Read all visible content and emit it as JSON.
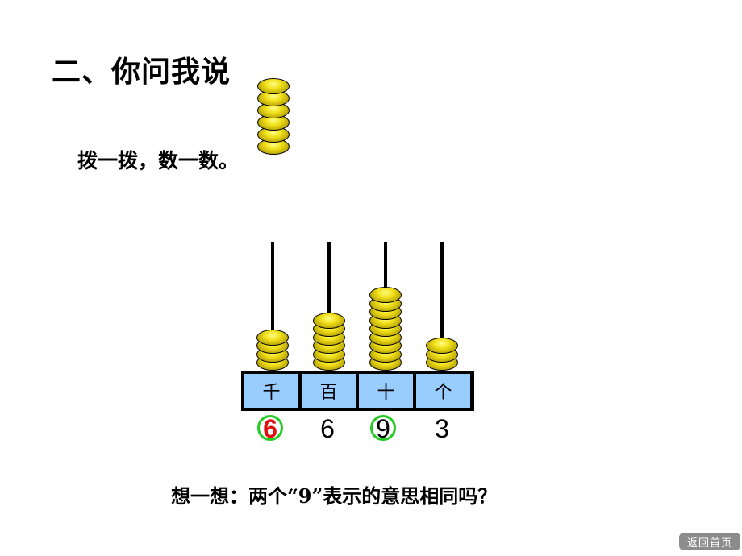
{
  "slide": {
    "title": "二、你问我说",
    "subtitle": "拨一拨，数一数。",
    "question": "想一想：两个“9”表示的意思相同吗？"
  },
  "abacus": {
    "columns": [
      {
        "label": "千",
        "beads": 4,
        "digit": "6",
        "digit_color": "#e01010",
        "circled": true
      },
      {
        "label": "百",
        "beads": 6,
        "digit": "6",
        "digit_color": "#000000",
        "circled": false
      },
      {
        "label": "十",
        "beads": 9,
        "digit": "9",
        "digit_color": "#000000",
        "circled": true
      },
      {
        "label": "个",
        "beads": 3,
        "digit": "3",
        "digit_color": "#000000",
        "circled": false
      }
    ],
    "loose_beads": 6,
    "bead_color": "#f2e21a",
    "rod_color": "#000000",
    "cell_color": "#99ccff",
    "ring_color": "#22cc22"
  },
  "nav": {
    "home_label": "返回首页"
  }
}
